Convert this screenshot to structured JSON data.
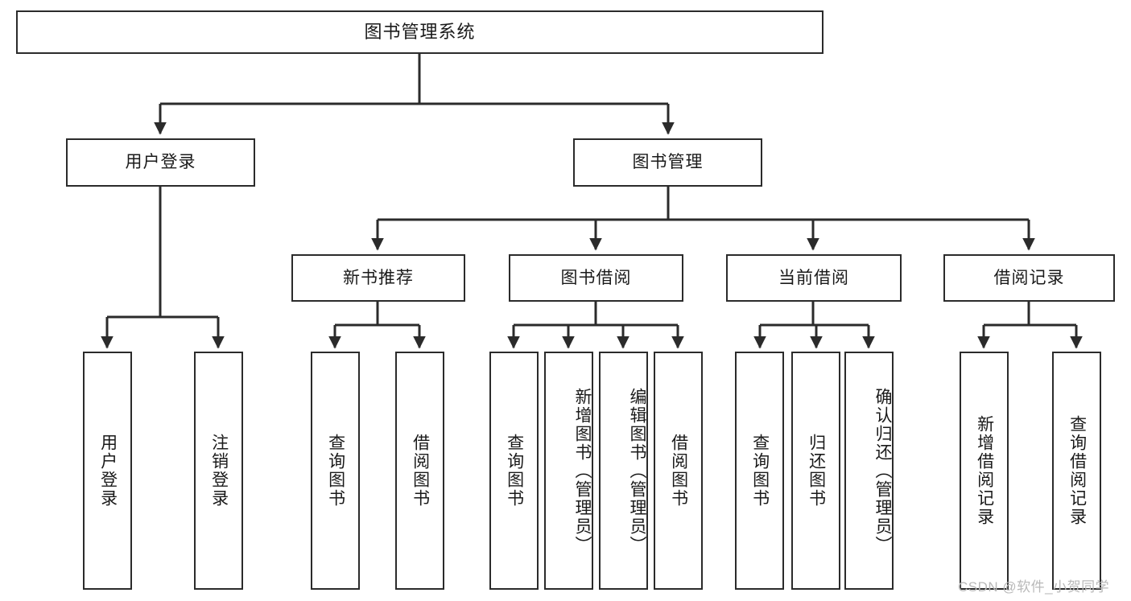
{
  "diagram": {
    "title": "图书管理系统",
    "type": "tree-hierarchy-diagram",
    "colors": {
      "box_border": "#2b2b2b",
      "box_fill": "#ffffff",
      "connector": "#2b2b2b",
      "background": "#ffffff",
      "watermark": "#b9b9b9"
    }
  },
  "root": {
    "label": "图书管理系统"
  },
  "level2": [
    {
      "label": "用户登录"
    },
    {
      "label": "图书管理"
    }
  ],
  "level3": [
    {
      "label": "新书推荐"
    },
    {
      "label": "图书借阅"
    },
    {
      "label": "当前借阅"
    },
    {
      "label": "借阅记录"
    }
  ],
  "leaves": {
    "user_login": [
      {
        "label": "用户登录"
      },
      {
        "label": "注销登录"
      }
    ],
    "new_book_recommend": [
      {
        "label": "查询图书"
      },
      {
        "label": "借阅图书"
      }
    ],
    "book_borrow": [
      {
        "label": "查询图书"
      },
      {
        "label": "新增图书（管理员）"
      },
      {
        "label": "编辑图书（管理员）"
      },
      {
        "label": "借阅图书"
      }
    ],
    "current_borrow": [
      {
        "label": "查询图书"
      },
      {
        "label": "归还图书"
      },
      {
        "label": "确认归还（管理员）"
      }
    ],
    "borrow_record": [
      {
        "label": "新增借阅记录"
      },
      {
        "label": "查询借阅记录"
      }
    ]
  },
  "watermark": {
    "text": "CSDN @软件_小贺同学"
  }
}
